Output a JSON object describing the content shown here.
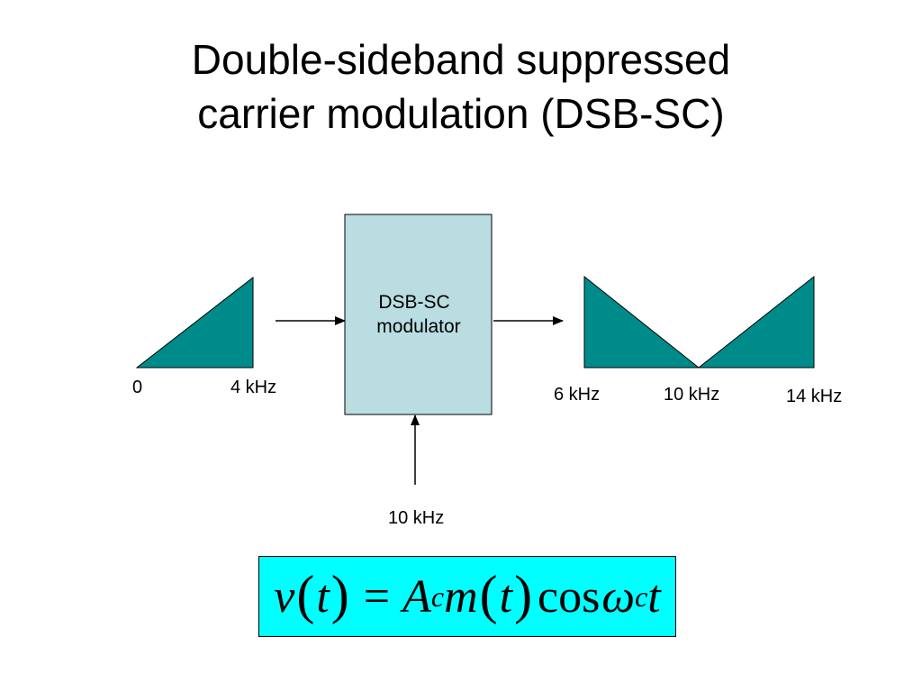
{
  "title": {
    "line1": "Double-sideband suppressed",
    "line2": "carrier modulation (DSB-SC)"
  },
  "diagram": {
    "modulator": {
      "line1": "DSB-SC",
      "line2": "modulator"
    },
    "input_spectrum": {
      "label_start": "0",
      "label_end": "4 kHz"
    },
    "carrier": {
      "label": "10 kHz"
    },
    "output_spectrum": {
      "label_low": "6 kHz",
      "label_center": "10 kHz",
      "label_high": "14 kHz"
    },
    "colors": {
      "spectrum_fill": "#008b8b",
      "modulator_fill": "#b9dde0",
      "formula_background": "#00ffff"
    }
  },
  "formula": {
    "lhs_func": "v",
    "lhs_arg": "t",
    "eq": "=",
    "amp": "A",
    "amp_sub": "c",
    "msg_func": "m",
    "msg_arg": "t",
    "cos": "cos",
    "omega": "ω",
    "omega_sub": "c",
    "time": "t"
  }
}
